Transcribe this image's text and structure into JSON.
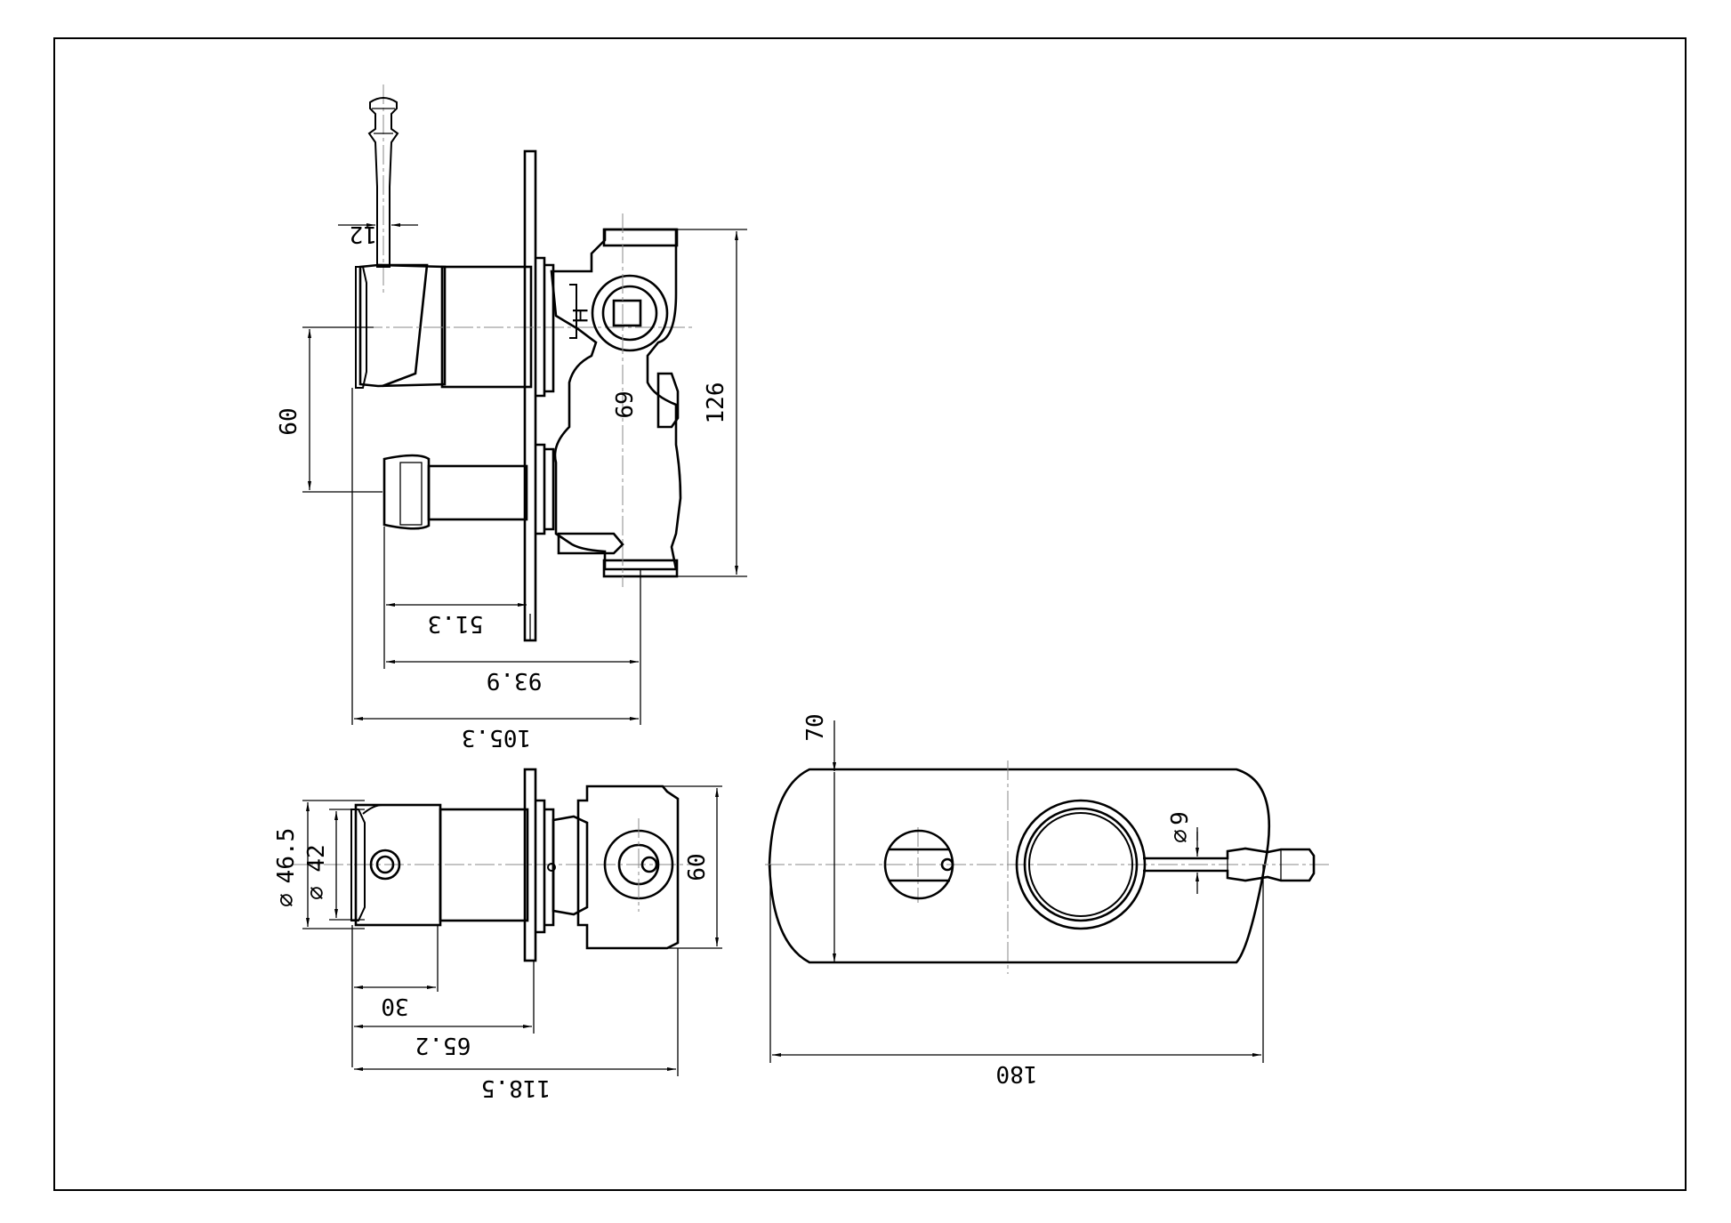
{
  "dimensions": {
    "side_view": {
      "d12": "12",
      "d60": "60",
      "d126": "126",
      "d69": "69",
      "d51_3": "51.3",
      "d93_9": "93.9",
      "d105_3": "105.3"
    },
    "bottom_view": {
      "d46_5": "46.5",
      "d42": "42",
      "d60": "60",
      "d30": "30",
      "d65_2": "65.2",
      "d118_5": "118.5"
    },
    "front_view": {
      "d70": "70",
      "d9": "9",
      "d180": "180"
    }
  },
  "marks": {
    "hot_marker": "H",
    "diameter_symbol": "⌀"
  },
  "colors": {
    "line": "#000000",
    "centerline": "#8a8a8a",
    "background": "#ffffff"
  }
}
